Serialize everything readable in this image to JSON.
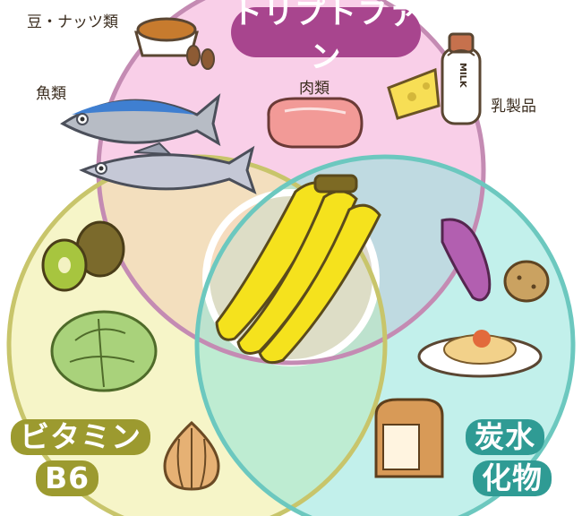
{
  "categories": {
    "tryptophan": "トリプトファン",
    "vitamin_b6_line1": "ビタミン",
    "vitamin_b6_line2": "B6",
    "carbohydrate_line1": "炭水",
    "carbohydrate_line2": "化物"
  },
  "foods": {
    "beans_nuts": "豆・ナッツ類",
    "fish": "魚類",
    "meat": "肉類",
    "dairy": "乳製品",
    "milk_carton": "MILK"
  },
  "colors": {
    "tryptophan": "#a8458e",
    "vitamin_b6": "#9c9a2f",
    "carbohydrate": "#2f9b94",
    "banana": "#f5e21d"
  }
}
